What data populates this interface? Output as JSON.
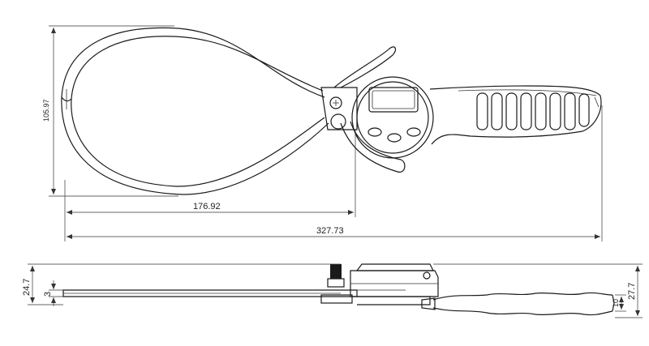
{
  "drawing": {
    "top_view": {
      "dim_height": "105.97",
      "dim_tip_to_dial": "176.92",
      "dim_overall_length": "327.73"
    },
    "side_view": {
      "dim_total_height": "24.7",
      "dim_arm_thickness": "3",
      "dim_handle_height": "27.7",
      "dim_handle_thickness": "10"
    }
  }
}
